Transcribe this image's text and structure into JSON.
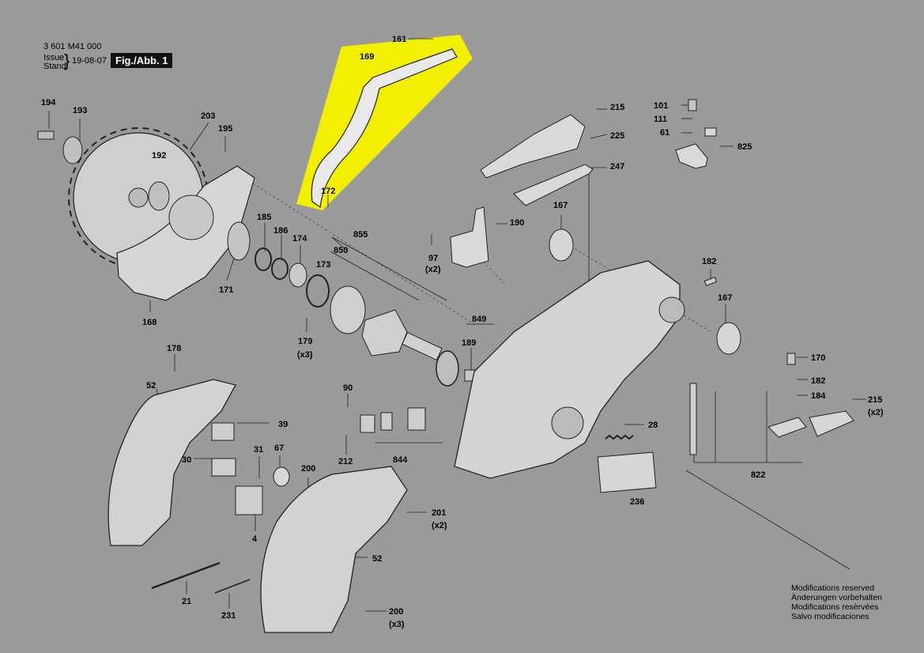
{
  "header": {
    "doc_number": "3 601 M41 000",
    "issue_label": "Issue",
    "stand_label": "Stand",
    "date": "19-08-07",
    "figure_label": "Fig./Abb. 1"
  },
  "highlight_color": "#f2f000",
  "footer_notes": [
    "Modifications reserved",
    "Änderungen vorbehalten",
    "Modifications resèrvées",
    "Salvo modificaciones"
  ],
  "parts": [
    {
      "id": "p161",
      "num": "161"
    },
    {
      "id": "p169",
      "num": "169"
    },
    {
      "id": "p172",
      "num": "172"
    },
    {
      "id": "p194",
      "num": "194"
    },
    {
      "id": "p193",
      "num": "193"
    },
    {
      "id": "p203",
      "num": "203"
    },
    {
      "id": "p195",
      "num": "195"
    },
    {
      "id": "p192",
      "num": "192"
    },
    {
      "id": "p168",
      "num": "168"
    },
    {
      "id": "p171",
      "num": "171"
    },
    {
      "id": "p185",
      "num": "185"
    },
    {
      "id": "p186",
      "num": "186"
    },
    {
      "id": "p174",
      "num": "174"
    },
    {
      "id": "p855",
      "num": "855"
    },
    {
      "id": "p850",
      "num": "850"
    },
    {
      "id": "p173",
      "num": "173"
    },
    {
      "id": "p179",
      "num": "179"
    },
    {
      "id": "p179q",
      "num": "(x3)"
    },
    {
      "id": "p97",
      "num": "97"
    },
    {
      "id": "p97q",
      "num": "(x2)"
    },
    {
      "id": "p190",
      "num": "190"
    },
    {
      "id": "p215a",
      "num": "215"
    },
    {
      "id": "p225",
      "num": "225"
    },
    {
      "id": "p247",
      "num": "247"
    },
    {
      "id": "p167a",
      "num": "167"
    },
    {
      "id": "p101",
      "num": "101"
    },
    {
      "id": "p111",
      "num": "111"
    },
    {
      "id": "p61",
      "num": "61"
    },
    {
      "id": "p825",
      "num": "825"
    },
    {
      "id": "p182a",
      "num": "182"
    },
    {
      "id": "p167b",
      "num": "167"
    },
    {
      "id": "p849",
      "num": "849"
    },
    {
      "id": "p189",
      "num": "189"
    },
    {
      "id": "p178",
      "num": "178"
    },
    {
      "id": "p52a",
      "num": "52"
    },
    {
      "id": "p39",
      "num": "39"
    },
    {
      "id": "p30",
      "num": "30"
    },
    {
      "id": "p31",
      "num": "31"
    },
    {
      "id": "p67",
      "num": "67"
    },
    {
      "id": "p200a",
      "num": "200"
    },
    {
      "id": "p4",
      "num": "4"
    },
    {
      "id": "p90",
      "num": "90"
    },
    {
      "id": "p212",
      "num": "212"
    },
    {
      "id": "p844",
      "num": "844"
    },
    {
      "id": "p201",
      "num": "201"
    },
    {
      "id": "p201q",
      "num": "(x2)"
    },
    {
      "id": "p28",
      "num": "28"
    },
    {
      "id": "p236",
      "num": "236"
    },
    {
      "id": "p170",
      "num": "170"
    },
    {
      "id": "p182b",
      "num": "182"
    },
    {
      "id": "p184",
      "num": "184"
    },
    {
      "id": "p215b",
      "num": "215"
    },
    {
      "id": "p215bq",
      "num": "(x2)"
    },
    {
      "id": "p822",
      "num": "822"
    },
    {
      "id": "p52b",
      "num": "52"
    },
    {
      "id": "p21",
      "num": "21"
    },
    {
      "id": "p231",
      "num": "231"
    },
    {
      "id": "p200b",
      "num": "200"
    },
    {
      "id": "p200bq",
      "num": "(x3)"
    }
  ]
}
